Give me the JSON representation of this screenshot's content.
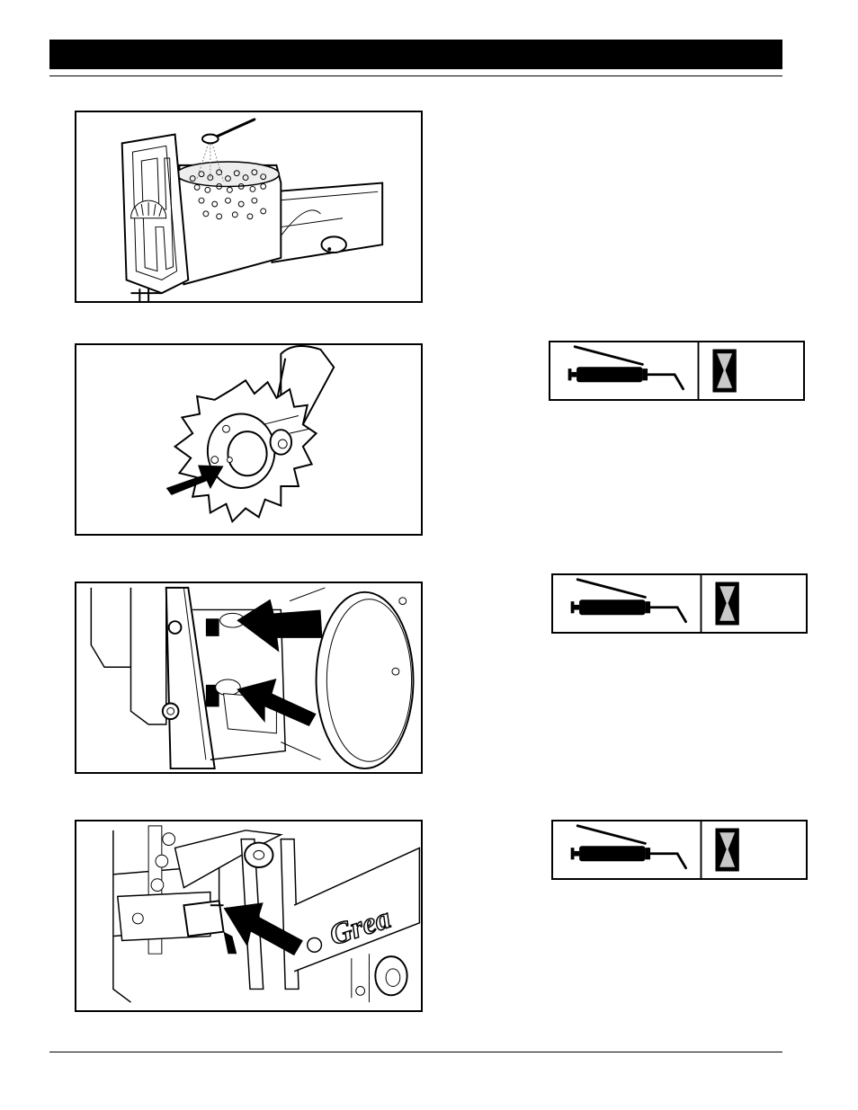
{
  "header": {
    "title": ""
  },
  "figures": [
    {
      "name": "seed-box-figure",
      "icon": "seed-box-powder-illustration"
    },
    {
      "name": "closing-wheel-figure",
      "icon": "closing-wheel-grease-point-illustration"
    },
    {
      "name": "drive-gears-figure",
      "icon": "drive-grease-points-illustration"
    },
    {
      "name": "hitch-pivot-figure",
      "icon": "hitch-pivot-grease-point-illustration"
    }
  ],
  "lube_symbols": [
    {
      "lubricant_icon": "grease-gun-icon",
      "interval_icon": "hourglass-icon"
    },
    {
      "lubricant_icon": "grease-gun-icon",
      "interval_icon": "hourglass-icon"
    },
    {
      "lubricant_icon": "grease-gun-icon",
      "interval_icon": "hourglass-icon"
    }
  ],
  "colors": {
    "ink": "#000000",
    "paper": "#ffffff",
    "sand": "#c8c8c8"
  }
}
